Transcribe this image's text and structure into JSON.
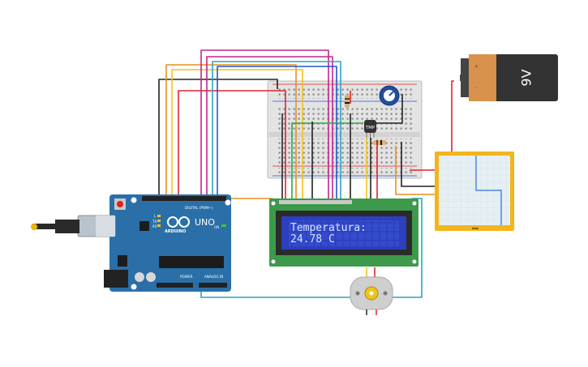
{
  "arduino": {
    "model_label": "UNO",
    "brand_label": "ARDUINO",
    "digital_label": "DIGITAL (PWM~)",
    "power_label": "POWER",
    "analog_label": "ANALOG IN",
    "on_label": "ON",
    "tx_label": "TX",
    "rx_label": "RX",
    "l_label": "L"
  },
  "lcd": {
    "line1": "Temperatura:",
    "line2": "24.78 C"
  },
  "battery": {
    "label": "9V",
    "plus": "+",
    "minus": "-"
  },
  "sensor": {
    "label": "TMP"
  },
  "colors": {
    "board_blue": "#2a6fa8",
    "breadboard": "#e8e8e8",
    "lcd_pcb": "#3d9a4a",
    "lcd_screen": "#2c3fbf",
    "lcd_text": "#d6e6ff",
    "battery_body": "#d9924b",
    "battery_cap": "#333333",
    "multimeter_frame": "#f2b51b",
    "wire_red": "#e0242b",
    "wire_black": "#222222",
    "wire_orange": "#e8901f",
    "wire_yellow": "#f0c419",
    "wire_green": "#2faa3c",
    "wire_magenta": "#c2258f",
    "wire_cyan": "#27a6c4",
    "wire_blue": "#2356c9"
  }
}
